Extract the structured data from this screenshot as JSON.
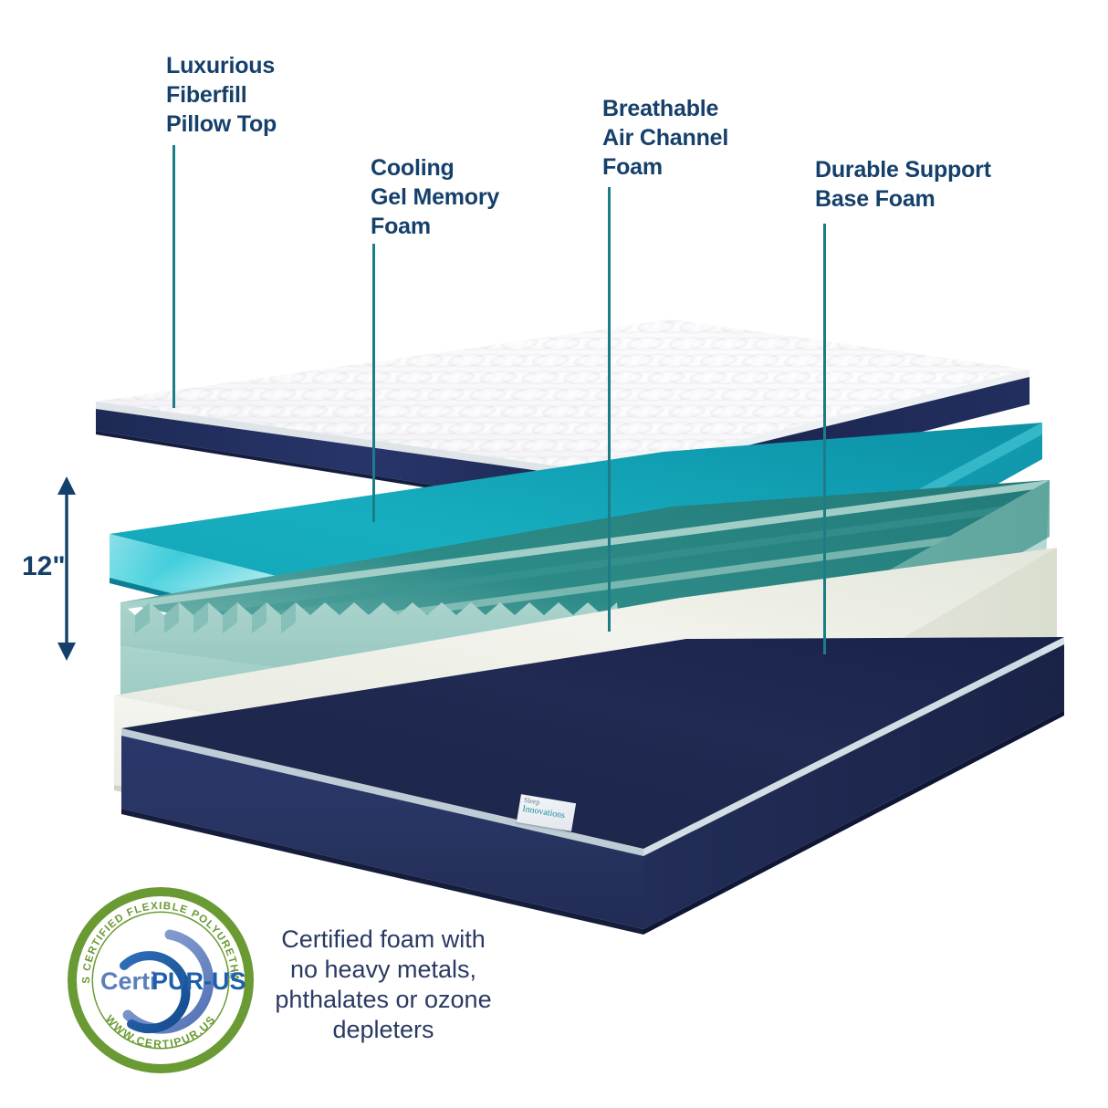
{
  "product": {
    "brand_tag": {
      "line1": "Sleep",
      "line2": "Innovations"
    },
    "height_label": "12\"",
    "accent_colors": {
      "label_navy": "#15406b",
      "leader_teal": "#1d7d86",
      "gel_memory_foam": "#16a6b6",
      "air_channel_foam": "#8fc3bc",
      "air_channel_foam_dark": "#2f8d8a",
      "base_foam": "#e9ebe2",
      "base_navy": "#25305a",
      "pillow_top_white": "#f6f5f8",
      "seal_green": "#6a9a33",
      "seal_blue": "#1f5fa9"
    }
  },
  "callouts": [
    {
      "id": "pillow-top",
      "text": "Luxurious\nFiberfill\nPillow Top"
    },
    {
      "id": "gel-foam",
      "text": "Cooling\nGel Memory\nFoam"
    },
    {
      "id": "air-channel",
      "text": "Breathable\nAir Channel\nFoam"
    },
    {
      "id": "base-foam",
      "text": "Durable Support\nBase Foam"
    }
  ],
  "certification": {
    "seal": {
      "name": "certipur-us-seal",
      "wordmark": "CertiPUR-US",
      "registered_mark": "®",
      "arc_top": "CONTAINS CERTIFIED FLEXIBLE POLYURETHANE FOAM",
      "arc_bottom": "WWW.CERTIPUR.US"
    },
    "description": "Certified foam with\nno heavy metals,\nphthalates or ozone\ndepleters"
  }
}
